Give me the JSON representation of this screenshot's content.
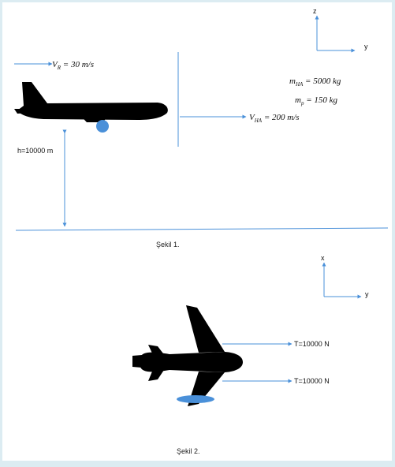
{
  "figure1": {
    "axes": {
      "z": "z",
      "y": "y"
    },
    "wind": {
      "symbol": "V",
      "sub": "R",
      "value": " = 30 m/s"
    },
    "mass_aircraft": {
      "symbol": "m",
      "sub": "HA",
      "value": " = 5000 kg"
    },
    "mass_package": {
      "symbol": "m",
      "sub": "p",
      "value": " = 150 kg"
    },
    "aircraft_speed": {
      "symbol": "V",
      "sub": "HA",
      "value": " = 200 m/s"
    },
    "height": "h=10000 m",
    "caption": "Şekil 1."
  },
  "figure2": {
    "axes": {
      "x": "x",
      "y": "y"
    },
    "thrust_top": "T=10000 N",
    "thrust_bottom": "T=10000 N",
    "caption": "Şekil 2."
  },
  "colors": {
    "aircraft": "#000000",
    "package": "#4a90d9",
    "arrows": "#4a90d9",
    "border": "#dcecf2"
  }
}
